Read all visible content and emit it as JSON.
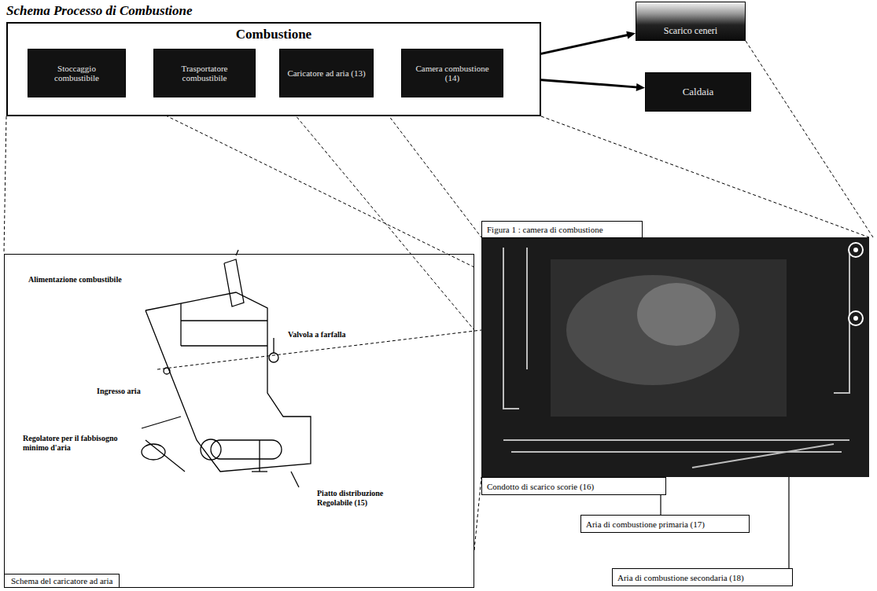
{
  "diagram": {
    "title": "Schema Processo di Combustione",
    "nodes": [
      {
        "text": [
          "Combustione"
        ]
      },
      {
        "text": [
          "Stoccaggio combustibile"
        ],
        "in": 0
      },
      {
        "text": [
          "Trasportatore combustibile"
        ],
        "in": 0
      },
      {
        "text": [
          "Caricatore ad aria (13)"
        ],
        "in": 0
      },
      {
        "text": [
          "Camera combustione (14)"
        ],
        "in": 0
      },
      {
        "text": [
          "Scarico ceneri"
        ]
      },
      {
        "text": [
          "Caldaia"
        ]
      },
      {
        "text": [
          "Schema del caricatore ad aria"
        ]
      },
      {
        "text": [
          "Figura 1 : camera di combustione"
        ]
      },
      {
        "text": [
          "Condotto di scarico scorie (16)"
        ]
      },
      {
        "text": [
          "Aria di combustione primaria (17)"
        ]
      },
      {
        "text": [
          "Aria di combustione secondaria (18)"
        ]
      }
    ],
    "edges": [
      {
        "from": 1,
        "to": 2,
        "arrow": "to"
      },
      {
        "from": 2,
        "to": 3,
        "arrow": "to"
      },
      {
        "from": 3,
        "to": 4,
        "arrow": "to"
      },
      {
        "from": 4,
        "to": 5,
        "arrow": "to"
      },
      {
        "from": 4,
        "to": 6,
        "arrow": "to"
      }
    ],
    "labels": [
      "Alimentazione combustibile",
      "Valvola a farfalla",
      "Ingresso aria",
      "Regolatore per il fabbisogno minimo d'aria",
      "Piatto distribuzione Regolabile (15)"
    ]
  }
}
